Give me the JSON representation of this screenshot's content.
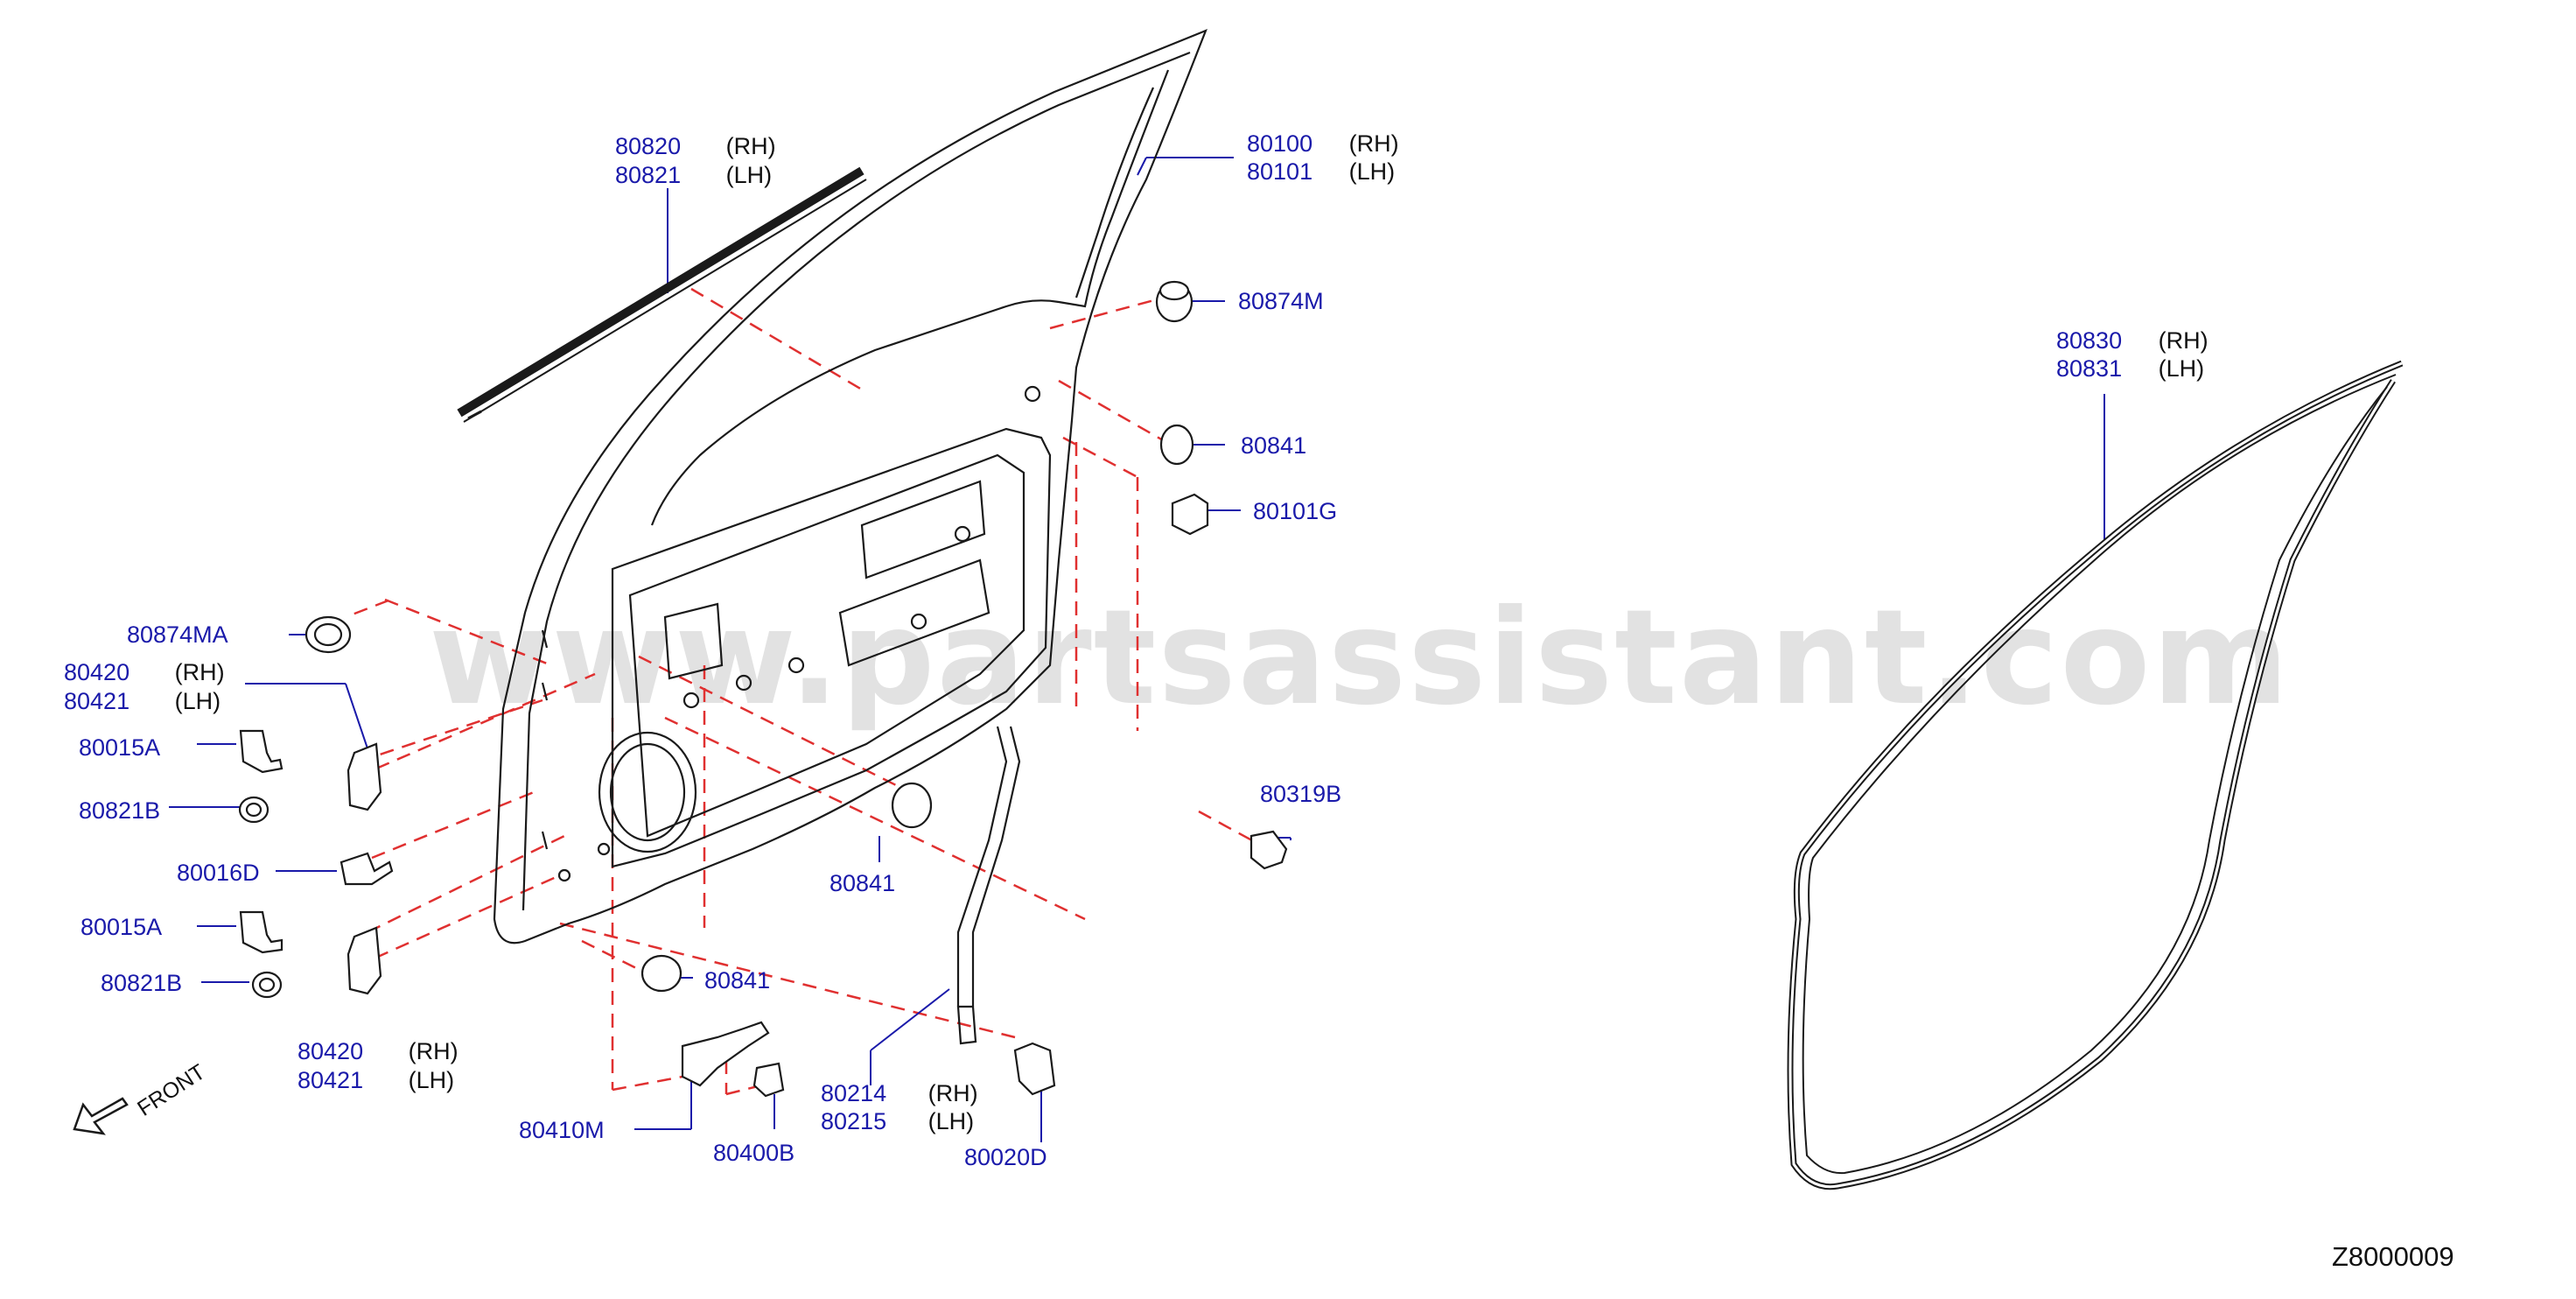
{
  "diagram": {
    "code": "Z8000009",
    "front_label": "FRONT",
    "watermark": "www.partsassistant.com",
    "colors": {
      "part_number": "#1a1aaa",
      "leader": "#1a1aaa",
      "dash": "#e03030",
      "line": "#1a1a1a"
    },
    "parts": [
      {
        "id": "weatherstrip-outer",
        "number": "80820",
        "side": "(RH)",
        "number2": "80821",
        "side2": "(LH)"
      },
      {
        "id": "door-panel",
        "number": "80100",
        "side": "(RH)",
        "number2": "80101",
        "side2": "(LH)"
      },
      {
        "id": "grommet-top",
        "number": "80874M"
      },
      {
        "id": "plug-upper",
        "number": "80841"
      },
      {
        "id": "bumper",
        "number": "80101G"
      },
      {
        "id": "grommet-left",
        "number": "80874MA"
      },
      {
        "id": "hinge-upper",
        "number": "80420",
        "side": "(RH)",
        "number2": "80421",
        "side2": "(LH)"
      },
      {
        "id": "bolt-upper",
        "number": "80015A"
      },
      {
        "id": "nut-upper",
        "number": "80821B"
      },
      {
        "id": "bolt-middle",
        "number": "80016D"
      },
      {
        "id": "bolt-lower",
        "number": "80015A"
      },
      {
        "id": "nut-lower",
        "number": "80821B"
      },
      {
        "id": "hinge-lower",
        "number": "80420",
        "side": "(RH)",
        "number2": "80421",
        "side2": "(LH)"
      },
      {
        "id": "plug-middle",
        "number": "80841"
      },
      {
        "id": "plug-lower",
        "number": "80841"
      },
      {
        "id": "clip",
        "number": "80319B"
      },
      {
        "id": "check-link",
        "number": "80410M"
      },
      {
        "id": "check-bolt",
        "number": "80400B"
      },
      {
        "id": "sash",
        "number": "80214",
        "side": "(RH)",
        "number2": "80215",
        "side2": "(LH)"
      },
      {
        "id": "screw",
        "number": "80020D"
      },
      {
        "id": "weatherstrip-door",
        "number": "80830",
        "side": "(RH)",
        "number2": "80831",
        "side2": "(LH)"
      }
    ]
  }
}
